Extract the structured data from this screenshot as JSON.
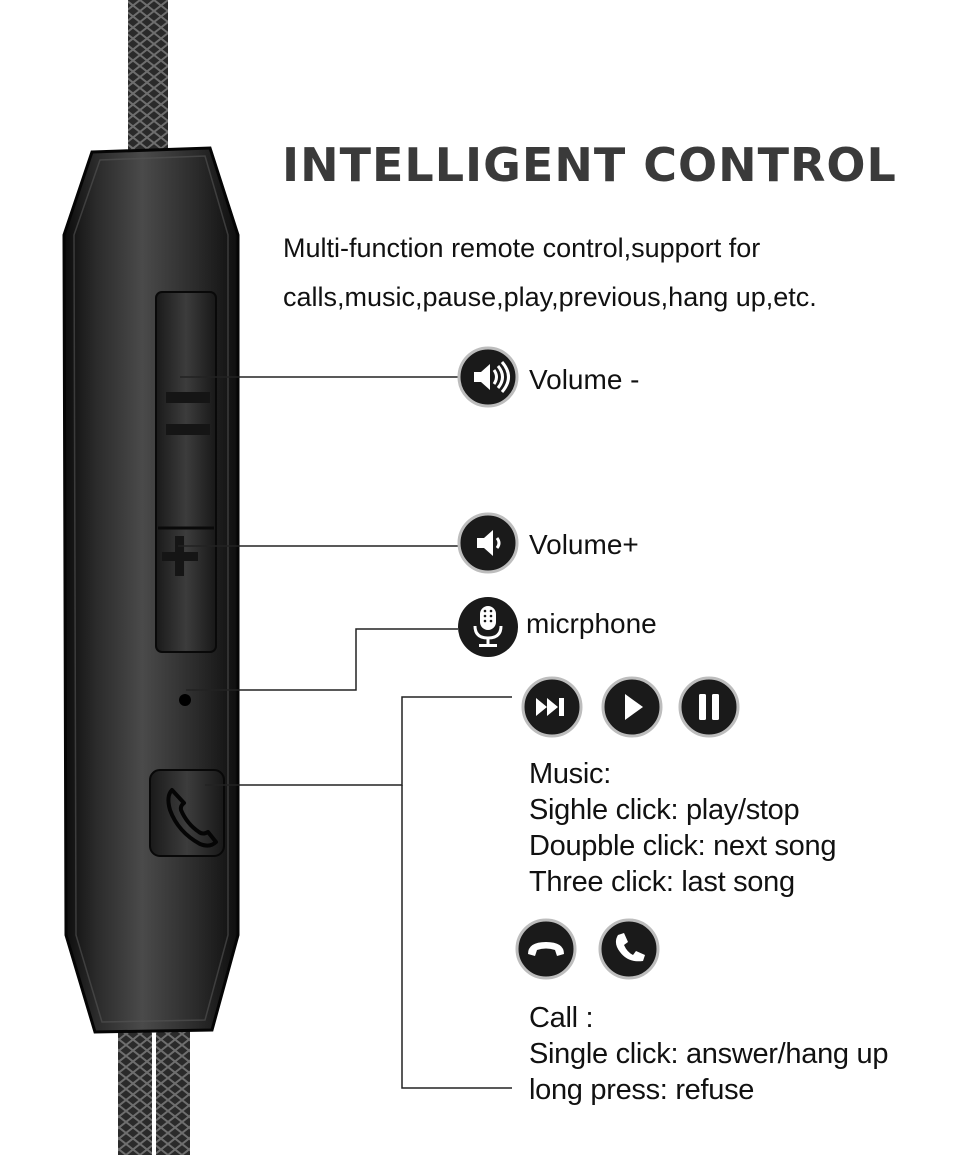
{
  "header": {
    "title": "INTELLIGENT CONTROL",
    "desc_line1": "Multi-function remote control,support for",
    "desc_line2": "calls,music,pause,play,previous,hang up,etc."
  },
  "remote": {
    "minus_symbol": "=",
    "plus_symbol": "+"
  },
  "features": {
    "volume_down": {
      "label": "Volume -",
      "icon": "speaker-loud-icon"
    },
    "volume_up": {
      "label": "Volume+",
      "icon": "speaker-quiet-icon"
    },
    "microphone": {
      "label": "micrphone",
      "icon": "microphone-icon"
    }
  },
  "music": {
    "icons": [
      "next-track-icon",
      "play-icon",
      "pause-icon"
    ],
    "lines": [
      "Music:",
      "Sighle click: play/stop",
      "Doupble click: next song",
      "Three click: last song"
    ]
  },
  "call": {
    "icons": [
      "hang-up-icon",
      "phone-answer-icon"
    ],
    "lines": [
      "Call :",
      "Single click: answer/hang up",
      "long press: refuse"
    ]
  },
  "colors": {
    "remote_body": "#161616",
    "cable": "#2e2e2e",
    "icon_fill": "#1a1a1a",
    "leader_line": "#222222"
  }
}
